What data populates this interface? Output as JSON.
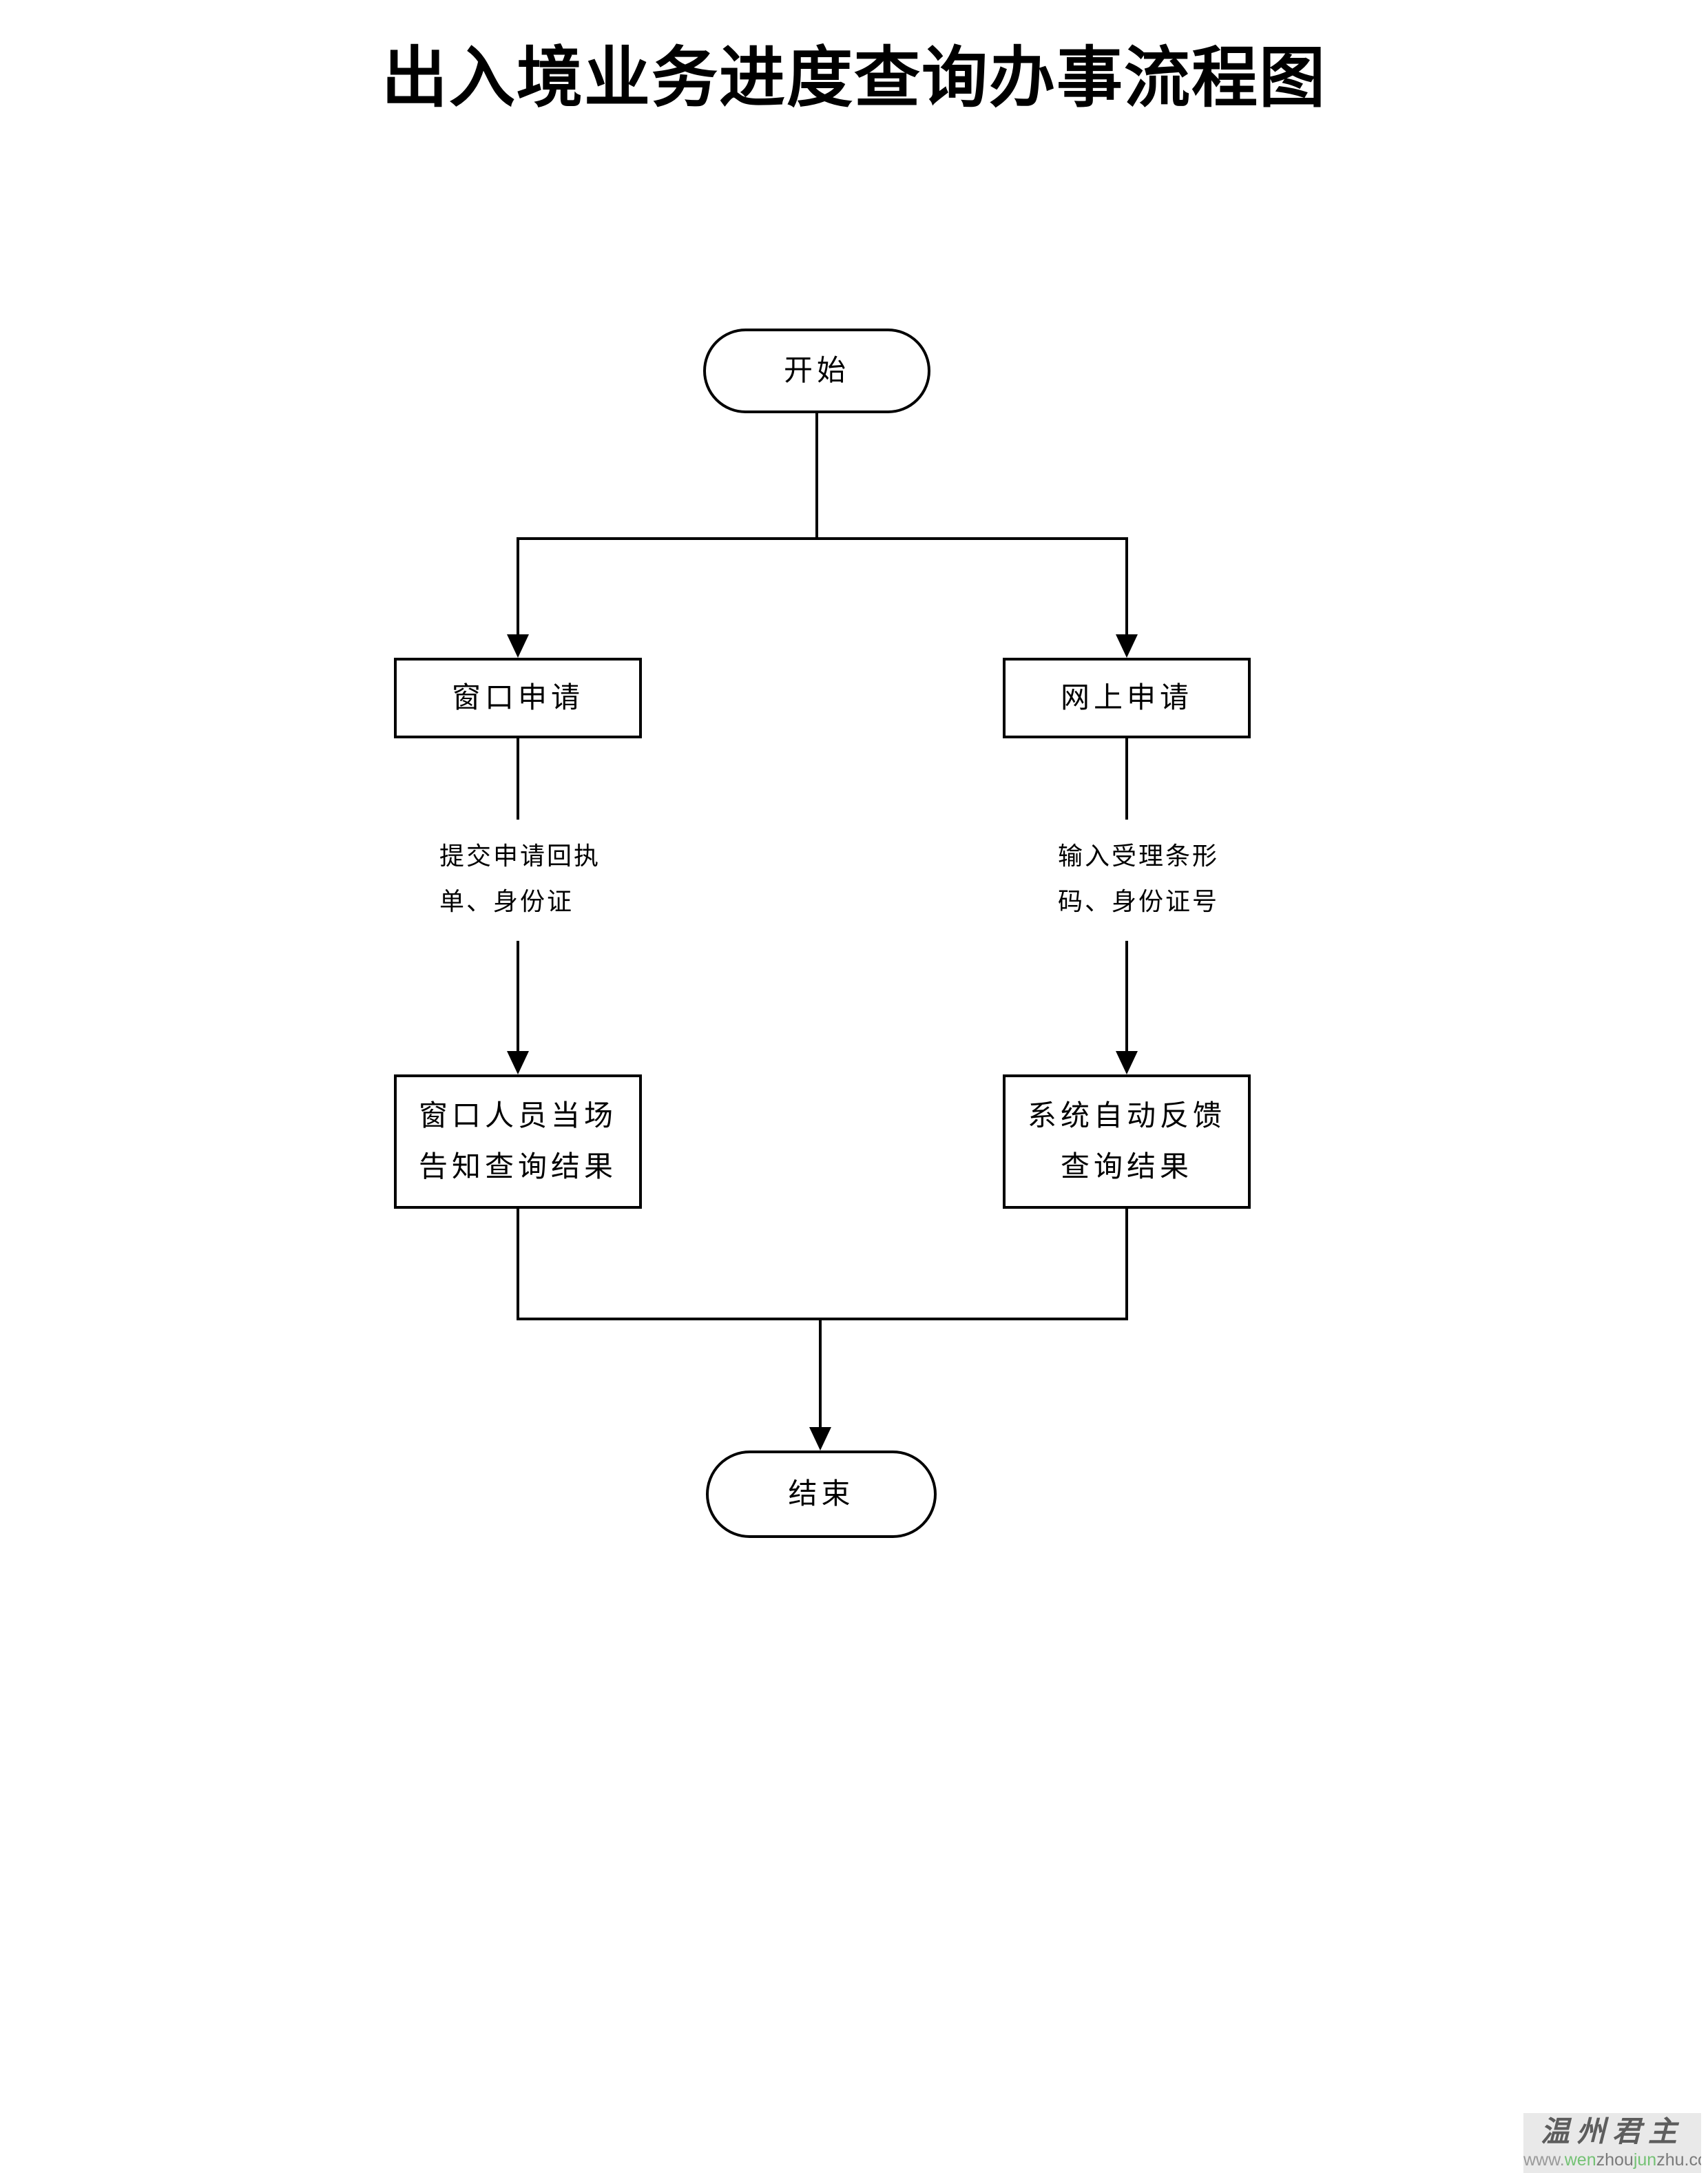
{
  "page": {
    "title": "出入境业务进度查询办事流程图"
  },
  "flowchart": {
    "start_label": "开始",
    "end_label": "结束",
    "left_branch": {
      "step1_label": "窗口申请",
      "edge_label_lines": [
        "提交申请回执",
        "单、身份证"
      ],
      "step2_lines": [
        "窗口人员当场",
        "告知查询结果"
      ]
    },
    "right_branch": {
      "step1_label": "网上申请",
      "edge_label_lines": [
        "输入受理条形",
        "码、身份证号"
      ],
      "step2_lines": [
        "系统自动反馈",
        "查询结果"
      ]
    }
  },
  "watermark": {
    "name": "温州君主",
    "name_color": "#5d5d5d",
    "bg_color": "#e9e9e9",
    "url_parts": [
      {
        "text": "www.",
        "color": "#9a9a9a"
      },
      {
        "text": "wen",
        "color": "#74c274"
      },
      {
        "text": "zhou",
        "color": "#7a7a7a"
      },
      {
        "text": "jun",
        "color": "#74c274"
      },
      {
        "text": "zhu.com",
        "color": "#7a7a7a"
      }
    ]
  },
  "colors": {
    "line": "#000000",
    "background": "#ffffff",
    "text": "#000000"
  }
}
